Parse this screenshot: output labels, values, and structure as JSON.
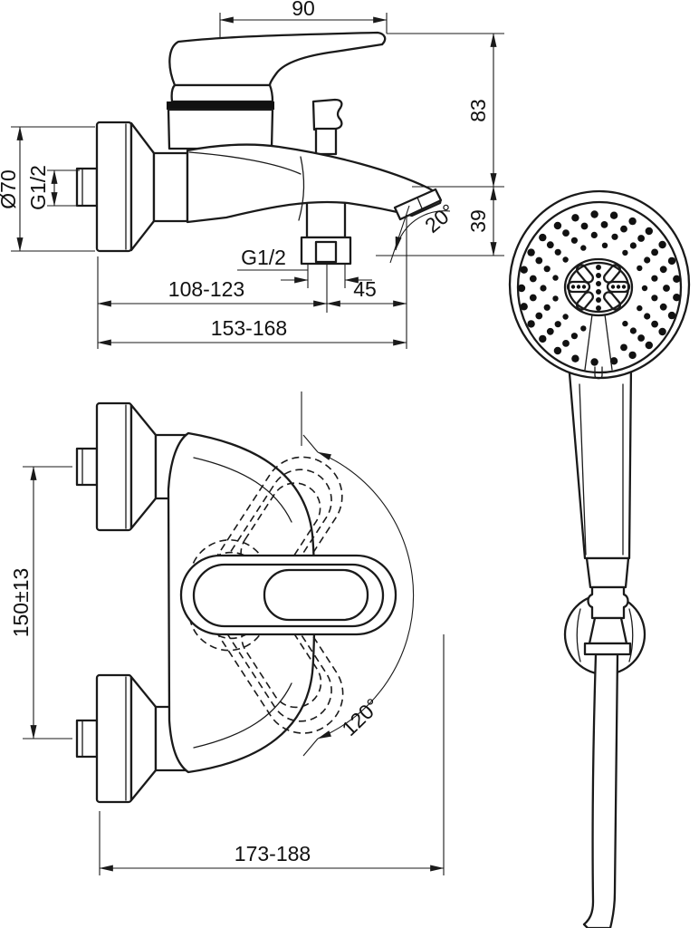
{
  "page": {
    "background": "#ffffff",
    "line_color": "#1a1a1a"
  },
  "side_view": {
    "dims": {
      "handle_length": "90",
      "handle_to_spout_height": "83",
      "spout_drop": "39",
      "escutcheon_diameter": "Ø70",
      "inlet_thread": "G1/2",
      "outlet_thread": "G1/2",
      "spout_angle": "20°",
      "wall_to_outlet": "108-123",
      "outlet_to_spout_tip": "45",
      "wall_to_spout_tip": "153-168"
    }
  },
  "front_view": {
    "dims": {
      "inlet_centre_distance": "150±13",
      "handle_swing_angle": "120°",
      "overall_width": "173-188"
    }
  }
}
